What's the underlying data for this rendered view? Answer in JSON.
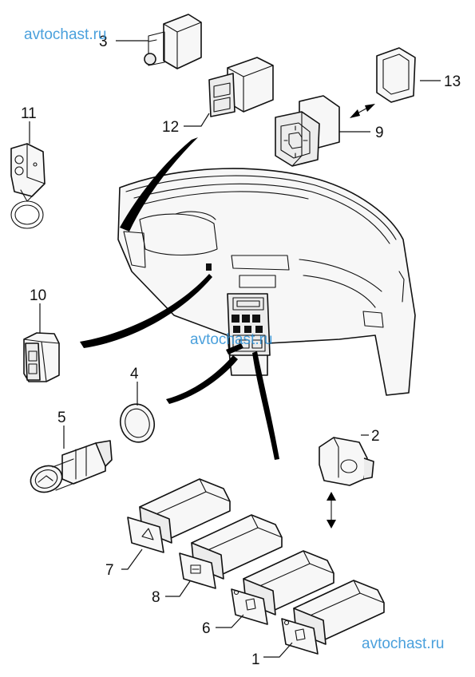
{
  "watermarks": [
    "avtochast.ru",
    "avtochast.ru",
    "avtochast.ru"
  ],
  "callouts": [
    "1",
    "2",
    "3",
    "5",
    "6",
    "7",
    "8",
    "9",
    "10",
    "11",
    "12",
    "13"
  ],
  "callout_4": "4",
  "colors": {
    "line": "#111111",
    "watermark": "#2a8fd6",
    "background": "#ffffff"
  }
}
